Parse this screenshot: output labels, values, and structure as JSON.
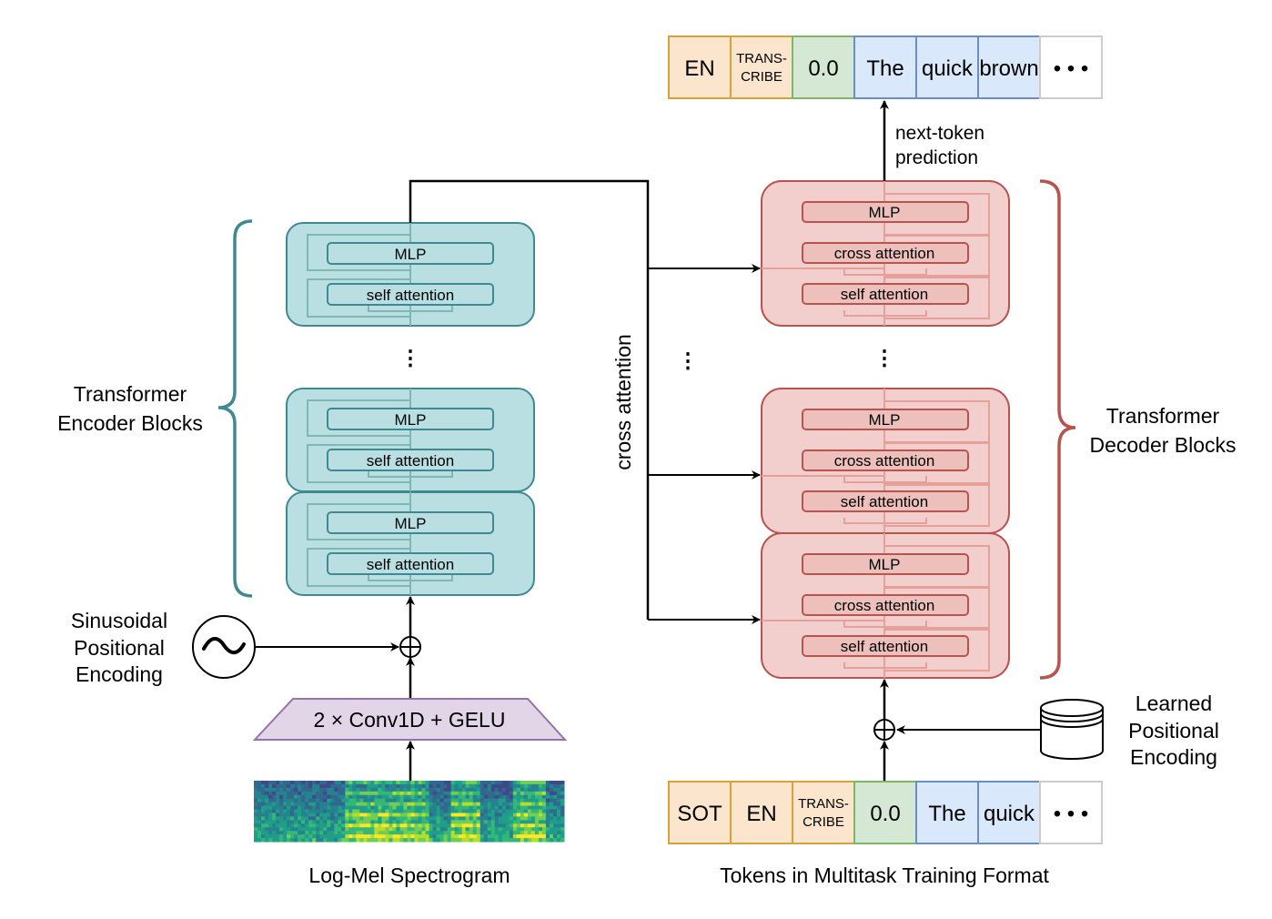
{
  "colors": {
    "encoder_fill": "#b9dfe3",
    "encoder_stroke": "#3f8a90",
    "encoder_residual": "#7fb8b3",
    "decoder_fill": "#f2cfcd",
    "decoder_stroke": "#b85450",
    "decoder_inner": "#eec0bb",
    "decoder_residual": "#e6a09a",
    "orange_fill": "#fce5cd",
    "orange_stroke": "#d6a23a",
    "green_fill": "#d5e8d4",
    "green_stroke": "#82b366",
    "blue_fill": "#dae8fc",
    "blue_stroke": "#6c8ebf",
    "conv_fill": "#e1d5e7",
    "conv_stroke": "#9673a6"
  },
  "encoder": {
    "label": [
      "Transformer",
      "Encoder Blocks"
    ],
    "blocks": [
      {
        "mlp": "MLP",
        "attn": "self attention"
      },
      {
        "mlp": "MLP",
        "attn": "self attention"
      },
      {
        "mlp": "MLP",
        "attn": "self attention"
      }
    ],
    "ellipsis": "⋮"
  },
  "decoder": {
    "label": [
      "Transformer",
      "Decoder Blocks"
    ],
    "blocks": [
      {
        "mlp": "MLP",
        "cross": "cross attention",
        "self": "self attention"
      },
      {
        "mlp": "MLP",
        "cross": "cross attention",
        "self": "self attention"
      },
      {
        "mlp": "MLP",
        "cross": "cross attention",
        "self": "self attention"
      }
    ],
    "ellipsis": "⋮"
  },
  "cross_attention_label": "cross attention",
  "cross_ellipsis": "⋮",
  "next_token_label": [
    "next-token",
    "prediction"
  ],
  "sinusoidal_label": [
    "Sinusoidal",
    "Positional",
    "Encoding"
  ],
  "learned_label": [
    "Learned",
    "Positional",
    "Encoding"
  ],
  "conv_label": "2 × Conv1D + GELU",
  "spectrogram_label": "Log-Mel Spectrogram",
  "tokens_label": "Tokens in Multitask Training Format",
  "output_tokens": [
    {
      "text": "EN",
      "kind": "orange"
    },
    {
      "text": "TRANS-|CRIBE",
      "kind": "orange"
    },
    {
      "text": "0.0",
      "kind": "green"
    },
    {
      "text": "The",
      "kind": "blue"
    },
    {
      "text": "quick",
      "kind": "blue"
    },
    {
      "text": "brown",
      "kind": "blue"
    },
    {
      "text": "• • •",
      "kind": "gray"
    }
  ],
  "input_tokens": [
    {
      "text": "SOT",
      "kind": "orange"
    },
    {
      "text": "EN",
      "kind": "orange"
    },
    {
      "text": "TRANS-|CRIBE",
      "kind": "orange"
    },
    {
      "text": "0.0",
      "kind": "green"
    },
    {
      "text": "The",
      "kind": "blue"
    },
    {
      "text": "quick",
      "kind": "blue"
    },
    {
      "text": "• • •",
      "kind": "gray"
    }
  ]
}
